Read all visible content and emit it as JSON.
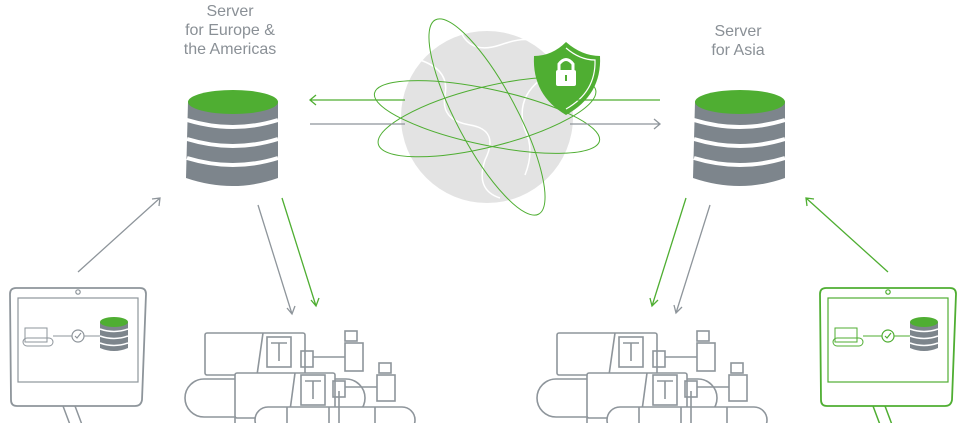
{
  "colors": {
    "green": "#4fae32",
    "gray": "#7d858c",
    "line_gray": "#8e959b",
    "globe": "#e3e3e3"
  },
  "servers": [
    {
      "id": "europe-americas",
      "label_lines": [
        "Server",
        "for Europe &",
        "the Americas"
      ]
    },
    {
      "id": "asia",
      "label_lines": [
        "Server",
        "for Asia"
      ]
    }
  ],
  "icons": {
    "globe": "globe-icon",
    "shield": "shield-lock-icon",
    "server": "database-icon",
    "monitor": "monitor-icon",
    "machine": "injection-molding-machine-icon",
    "check": "check-circle-icon"
  }
}
